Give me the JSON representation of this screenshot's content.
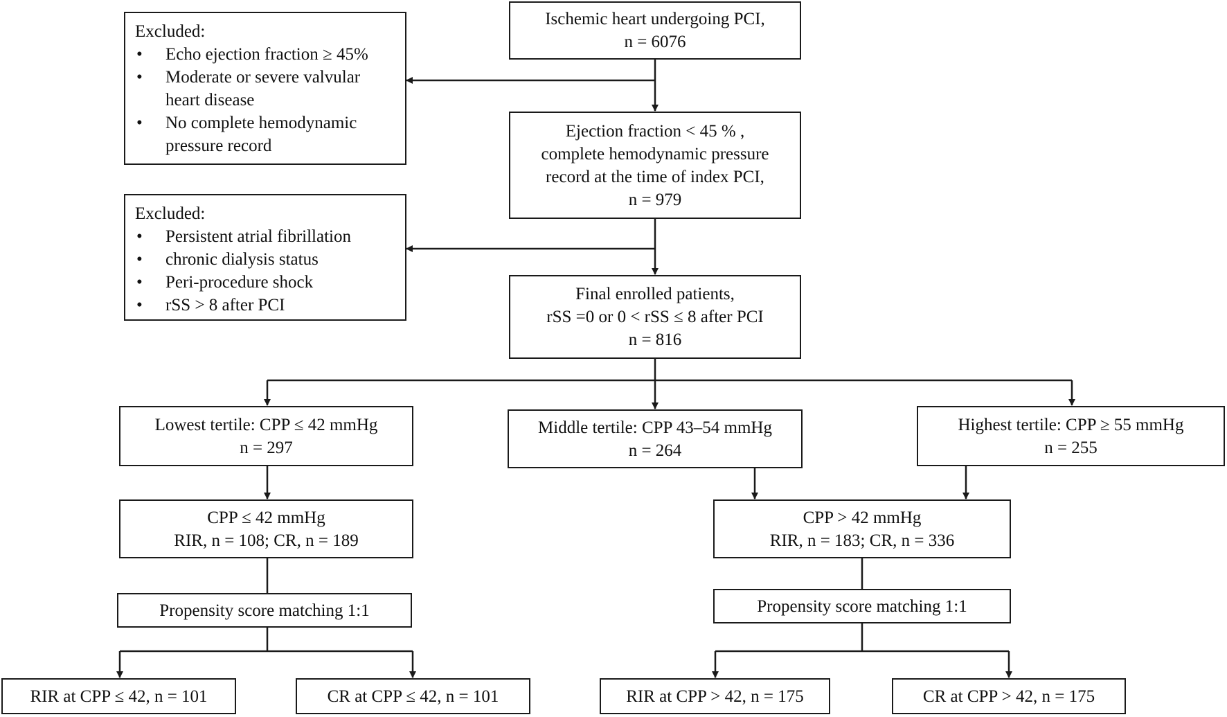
{
  "boxes": {
    "ischemic": [
      "Ischemic heart undergoing PCI,",
      "n = 6076"
    ],
    "excluded1": {
      "title": "Excluded:",
      "items": [
        [
          "Echo ejection fraction ≥ 45%"
        ],
        [
          "Moderate or severe valvular",
          "heart disease"
        ],
        [
          "No complete hemodynamic",
          "pressure record"
        ]
      ]
    },
    "ef": [
      "Ejection fraction < 45 % ,",
      "complete hemodynamic pressure",
      "record at the time of index PCI,",
      "n = 979"
    ],
    "excluded2": {
      "title": "Excluded:",
      "items": [
        [
          "Persistent atrial fibrillation"
        ],
        [
          "chronic dialysis status"
        ],
        [
          "Peri-procedure shock"
        ],
        [
          "rSS > 8 after PCI"
        ]
      ]
    },
    "final": [
      "Final enrolled patients,",
      "rSS =0 or 0 < rSS ≤ 8 after PCI",
      "n = 816"
    ],
    "lowest": [
      "Lowest tertile: CPP ≤ 42 mmHg",
      "n = 297"
    ],
    "middle": [
      "Middle tertile: CPP 43–54 mmHg",
      "n = 264"
    ],
    "highest": [
      "Highest tertile: CPP ≥ 55 mmHg",
      "n = 255"
    ],
    "cpp_low": [
      "CPP ≤ 42 mmHg",
      "RIR, n = 108; CR, n = 189"
    ],
    "cpp_high": [
      "CPP > 42 mmHg",
      "RIR, n = 183; CR, n = 336"
    ],
    "psm_low": [
      "Propensity score matching 1:1"
    ],
    "psm_high": [
      "Propensity score matching 1:1"
    ],
    "rir_low": [
      "RIR at CPP ≤ 42, n = 101"
    ],
    "cr_low": [
      "CR at CPP ≤ 42, n = 101"
    ],
    "rir_high": [
      "RIR at CPP > 42, n = 175"
    ],
    "cr_high": [
      "CR at CPP > 42, n = 175"
    ]
  }
}
